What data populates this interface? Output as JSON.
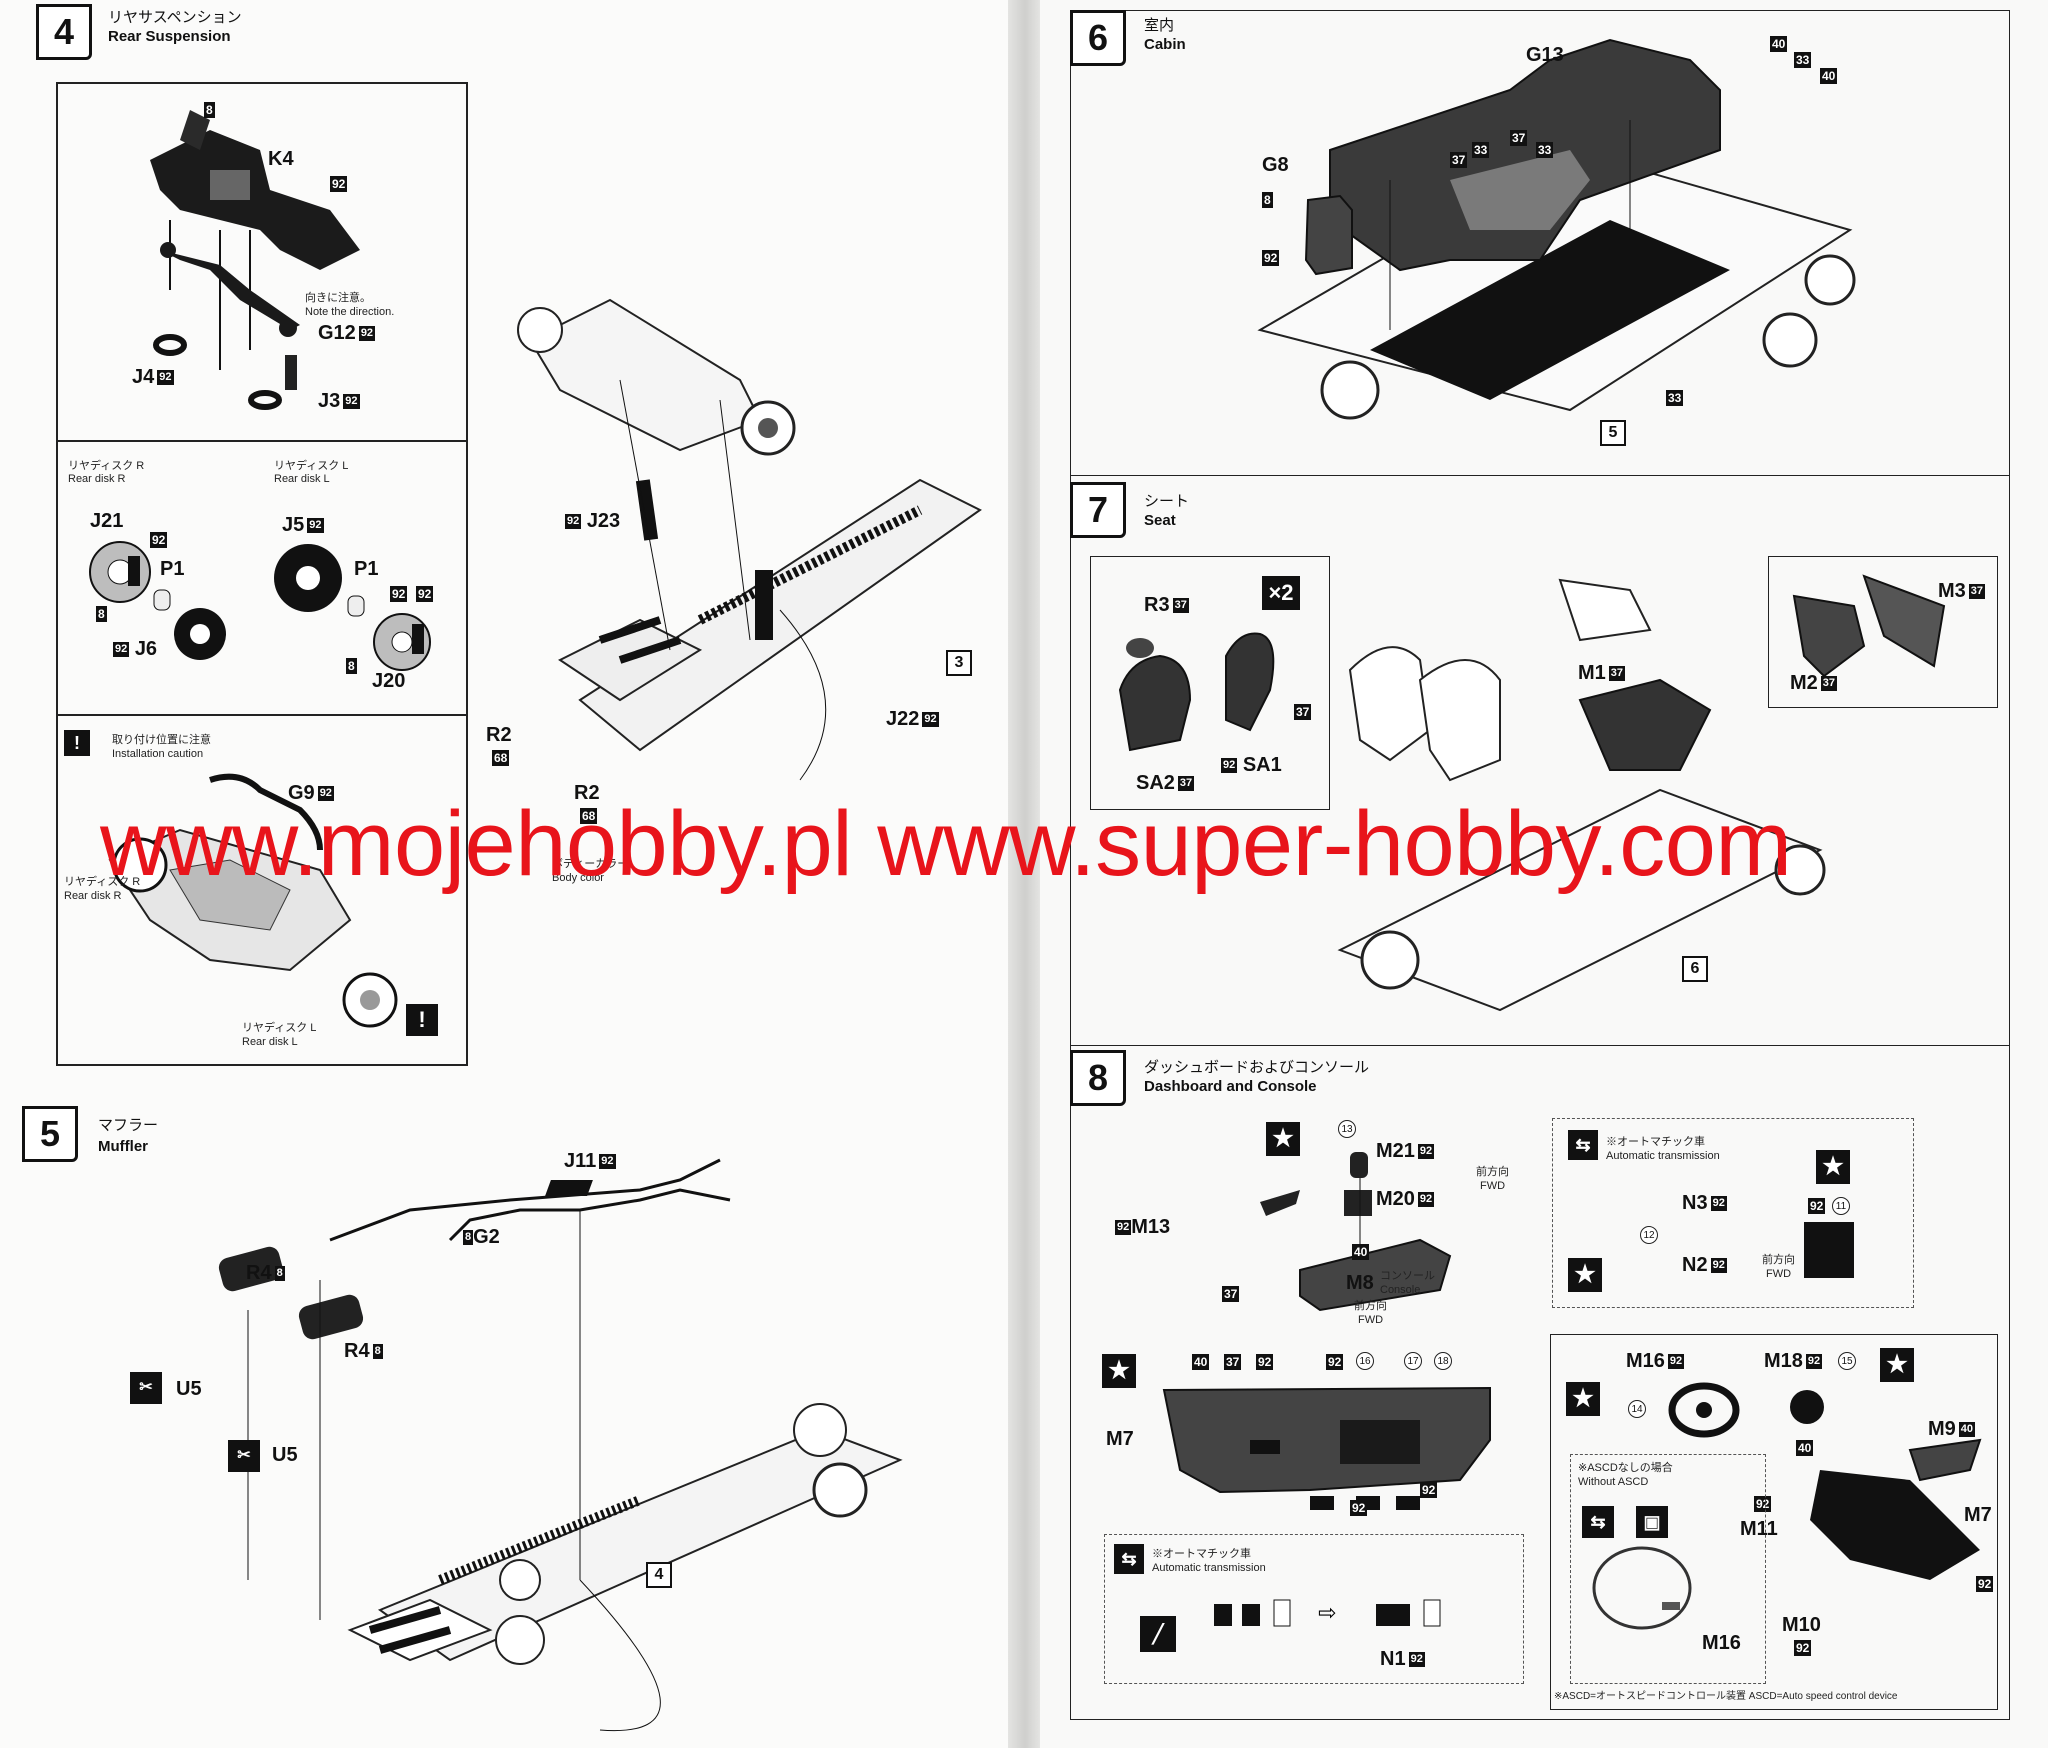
{
  "watermark": "www.mojehobby.pl www.super-hobby.com",
  "left_page": {
    "step4": {
      "number": "4",
      "title_jp": "リヤサスペンション",
      "title_en": "Rear Suspension",
      "parts": {
        "k4": "K4",
        "p8a": "8",
        "p92a": "92",
        "note_jp": "向きに注意。",
        "note_en": "Note the direction.",
        "g12": "G12",
        "j4": "J4",
        "j3": "J3",
        "num92": "92"
      },
      "disk_r_jp": "リヤディスク R",
      "disk_r_en": "Rear disk R",
      "disk_l_jp": "リヤディスク L",
      "disk_l_en": "Rear disk L",
      "j21": "J21",
      "p1": "P1",
      "j6": "J6",
      "j5": "J5",
      "j20": "J20",
      "n8": "8",
      "caution_jp": "取り付け位置に注意",
      "caution_en": "Installation caution",
      "g9": "G9",
      "disk_r2_jp": "リヤディスク R",
      "disk_r2_en": "Rear disk R",
      "disk_l2_jp": "リヤディスク L",
      "disk_l2_en": "Rear disk L",
      "j23": "J23",
      "j22": "J22",
      "r2a": "R2",
      "n68": "68",
      "r2b": "R2",
      "body_color_jp": "ボディーカラー",
      "body_color_en": "Body color",
      "ref3": "3"
    },
    "step5": {
      "number": "5",
      "title_jp": "マフラー",
      "title_en": "Muffler",
      "j11": "J11",
      "n92": "92",
      "g2": "G2",
      "n8": "8",
      "r4a": "R4",
      "r4b": "R4",
      "u5a": "U5",
      "u5b": "U5",
      "ref4": "4"
    }
  },
  "right_page": {
    "step6": {
      "number": "6",
      "title_jp": "室内",
      "title_en": "Cabin",
      "g13": "G13",
      "g8": "G8",
      "n40": "40",
      "n33": "33",
      "n37": "37",
      "n92": "92",
      "n8": "8",
      "ref5": "5"
    },
    "step7": {
      "number": "7",
      "title_jp": "シート",
      "title_en": "Seat",
      "r3": "R3",
      "x2": "×2",
      "sa2": "SA2",
      "sa1": "SA1",
      "n37": "37",
      "n92": "92",
      "m1": "M1",
      "m2": "M2",
      "m3": "M3",
      "ref6": "6"
    },
    "step8": {
      "number": "8",
      "title_jp": "ダッシュボードおよびコンソール",
      "title_en": "Dashboard and Console",
      "m21": "M21",
      "m20": "M20",
      "m13": "M13",
      "m8": "M8",
      "console_jp": "コンソール",
      "console_en": "Console",
      "fwd_jp": "前方向",
      "fwd_en": "FWD",
      "at_jp": "※オートマチック車",
      "at_en": "Automatic transmission",
      "n3": "N3",
      "n2": "N2",
      "n1": "N1",
      "m7": "M7",
      "m16": "M16",
      "m18": "M18",
      "m9": "M9",
      "m11": "M11",
      "m10": "M10",
      "without_asc_jp": "※ASCDなしの場合",
      "without_asc_en": "Without ASCD",
      "footnote": "※ASCD=オートスピードコントロール装置  ASCD=Auto speed control device",
      "c13": "13",
      "c12": "12",
      "c11": "11",
      "c14": "14",
      "c15": "15",
      "c16": "16",
      "c17": "17",
      "c18": "18",
      "n40": "40",
      "n37": "37",
      "n92": "92"
    }
  }
}
